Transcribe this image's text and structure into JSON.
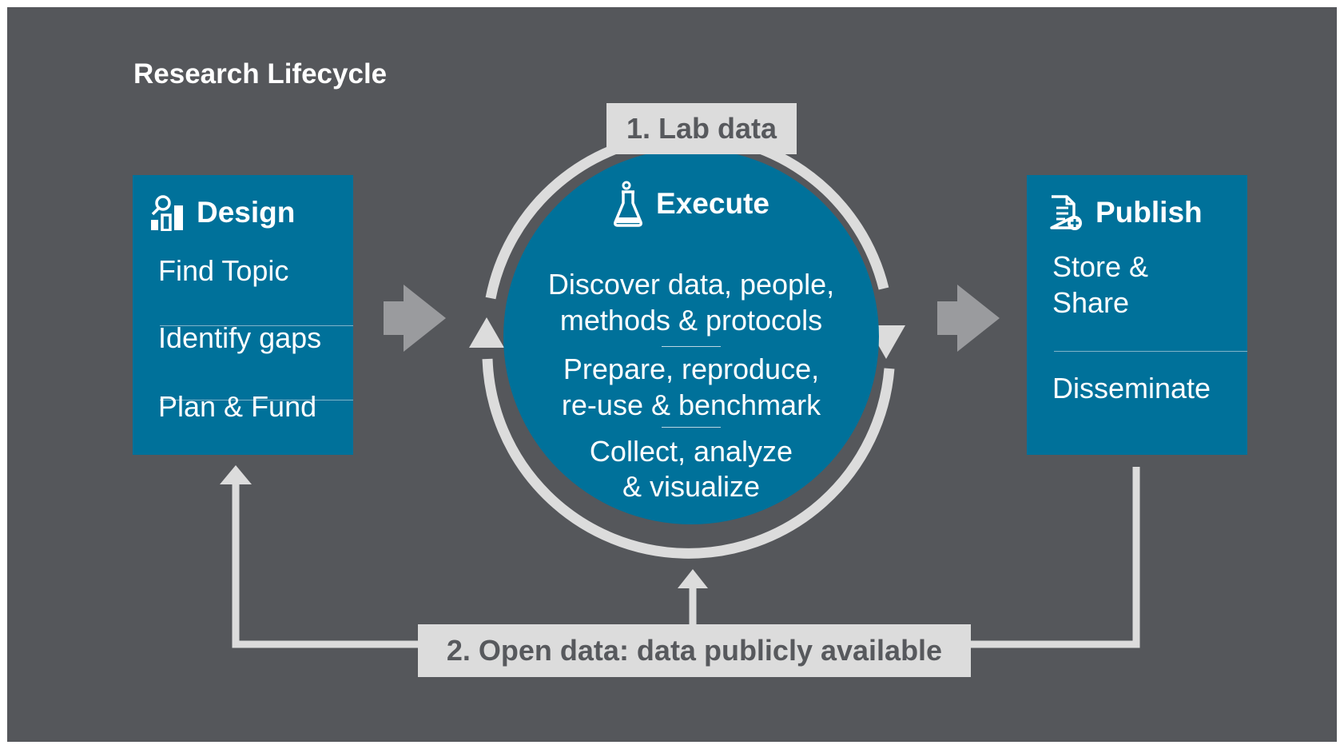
{
  "title": "Research Lifecycle",
  "colors": {
    "background": "#55575b",
    "box": "#00719a",
    "arrows": "#dcdcdc",
    "big_arrows": "#9a9b9e",
    "label_text": "#57595d"
  },
  "design": {
    "icon": "magnifier-bar-chart-icon",
    "heading": "Design",
    "items": [
      "Find Topic",
      "Identify gaps",
      "Plan & Fund"
    ]
  },
  "execute": {
    "icon": "flask-icon",
    "heading": "Execute",
    "items": [
      "Discover data, people,",
      "methods & protocols",
      "Prepare, reproduce,",
      "re-use & benchmark",
      "Collect, analyze",
      "& visualize"
    ]
  },
  "publish": {
    "icon": "document-plus-icon",
    "heading": "Publish",
    "items": [
      "Store &",
      "Share",
      "Disseminate"
    ]
  },
  "labels": {
    "lab_data": "1. Lab data",
    "open_data": "2. Open data: data publicly available"
  }
}
